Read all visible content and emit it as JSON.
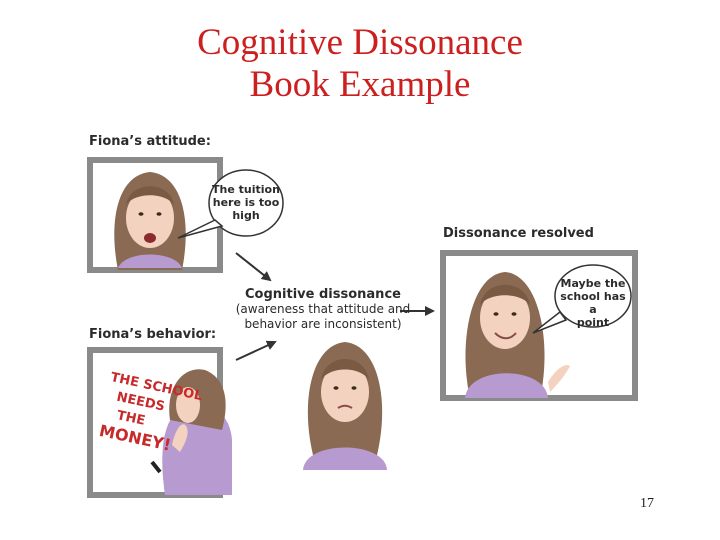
{
  "title": {
    "line1": "Cognitive Dissonance",
    "line2": "Book Example"
  },
  "labels": {
    "attitude": "Fiona’s attitude:",
    "behavior": "Fiona’s behavior:",
    "resolved": "Dissonance resolved",
    "dissonance_title": "Cognitive dissonance",
    "dissonance_line1": "(awareness that attitude and",
    "dissonance_line2": "behavior are inconsistent)"
  },
  "bubbles": {
    "attitude_line1": "The tuition",
    "attitude_line2": "here is too",
    "attitude_line3": "high",
    "resolved_line1": "Maybe the",
    "resolved_line2": "school has a",
    "resolved_line3": "point"
  },
  "whiteboard": {
    "line1": "THE SCHOOL",
    "line2": "NEEDS",
    "line3": "THE",
    "line4": "MONEY!"
  },
  "page_number": "17",
  "colors": {
    "title": "#cc1f1f",
    "frame": "#8a8a8a",
    "arrow": "#333333",
    "hair": "#8a6a52",
    "shirt": "#b79ad0",
    "skin": "#f3d3bf",
    "board_text": "#c72a2a"
  }
}
